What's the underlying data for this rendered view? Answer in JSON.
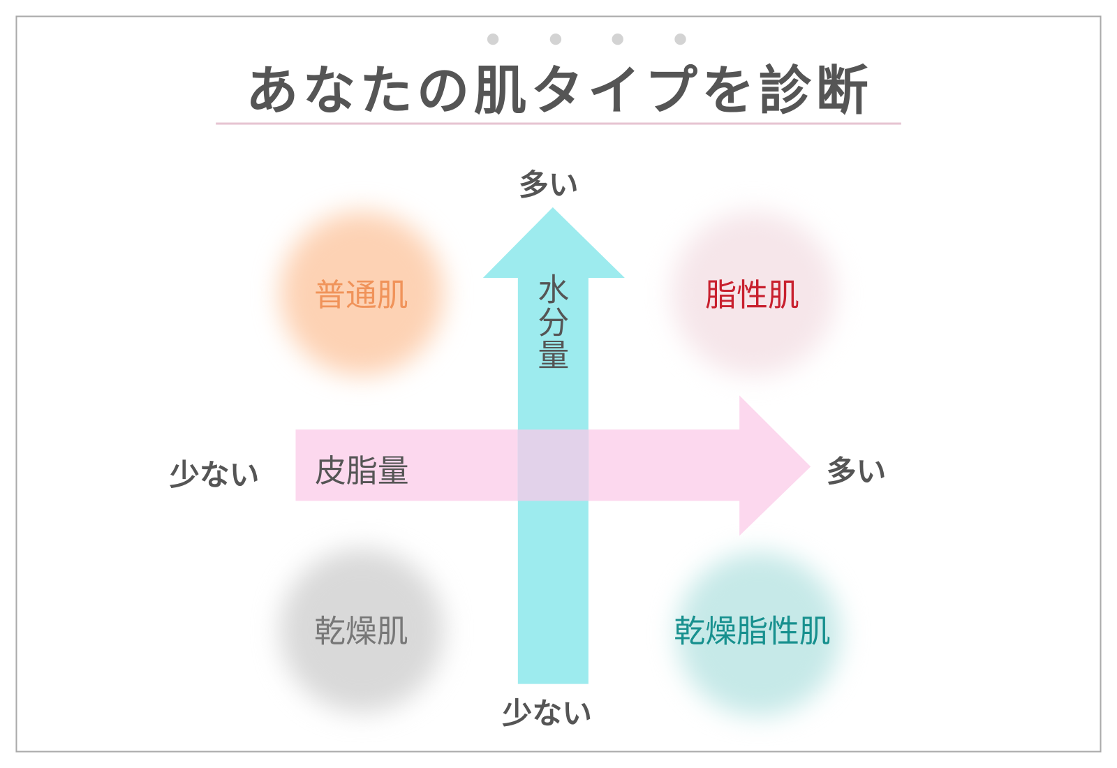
{
  "title": "あなたの肌タイプを診断",
  "axes": {
    "vertical": {
      "name": "水分量",
      "high": "多い",
      "low": "少ない"
    },
    "horizontal": {
      "name": "皮脂量",
      "high": "多い",
      "low": "少ない"
    }
  },
  "quadrants": [
    {
      "label": "普通肌",
      "position": "top-left",
      "color": "#f0935a",
      "glow": "#fdd2b4"
    },
    {
      "label": "脂性肌",
      "position": "top-right",
      "color": "#c8202e",
      "glow": "#f6e6ea"
    },
    {
      "label": "乾燥肌",
      "position": "bottom-left",
      "color": "#777777",
      "glow": "#d9d9d9"
    },
    {
      "label": "乾燥脂性肌",
      "position": "bottom-right",
      "color": "#17908e",
      "glow": "#c6e9e8"
    }
  ],
  "colors": {
    "vertical_arrow": "#9debee",
    "horizontal_arrow": "#fcd8ee",
    "overlap": "#e2d2ea"
  }
}
